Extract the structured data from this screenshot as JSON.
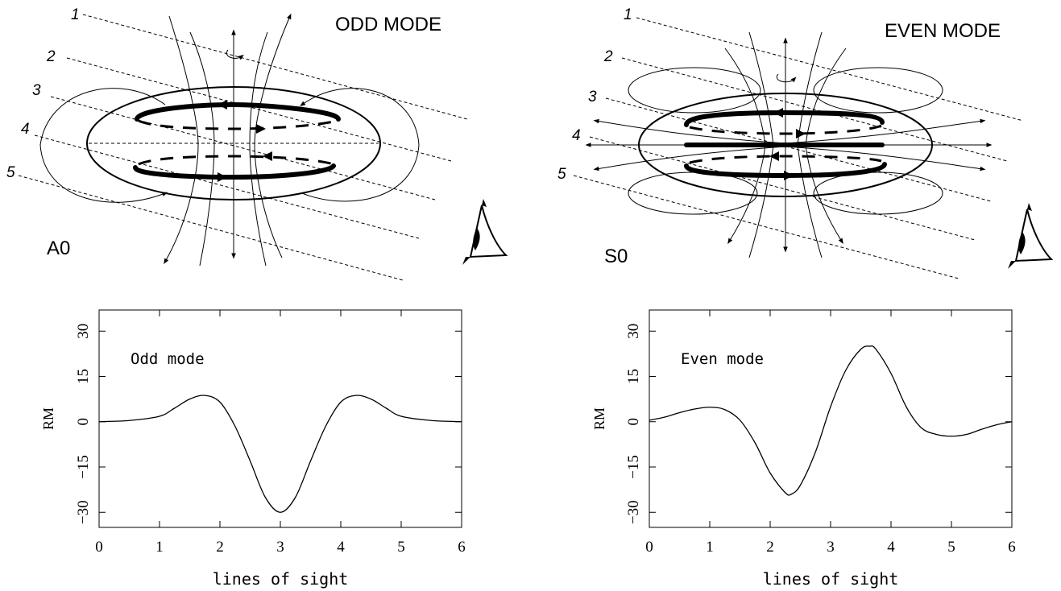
{
  "panels": [
    {
      "mode_title": "ODD MODE",
      "mode_label": "A0",
      "los_numbers": [
        "1",
        "2",
        "3",
        "4",
        "5"
      ]
    },
    {
      "mode_title": "EVEN MODE",
      "mode_label": "S0",
      "los_numbers": [
        "1",
        "2",
        "3",
        "4",
        "5"
      ]
    }
  ],
  "chart_data": [
    {
      "type": "line",
      "annotation": "Odd mode",
      "xlabel": "lines of sight",
      "ylabel": "RM",
      "xlim": [
        0,
        6
      ],
      "ylim": [
        -35,
        37
      ],
      "x_ticks": [
        "0",
        "1",
        "2",
        "3",
        "4",
        "5",
        "6"
      ],
      "y_ticks": [
        "30",
        "15",
        "0",
        "−15",
        "−30"
      ],
      "x": [
        0,
        0.5,
        1,
        1.25,
        1.5,
        1.75,
        2,
        2.25,
        2.5,
        2.75,
        3,
        3.25,
        3.5,
        3.75,
        4,
        4.25,
        4.5,
        4.75,
        5,
        5.5,
        6
      ],
      "y": [
        0,
        0.4,
        1.8,
        4.5,
        7.5,
        8.7,
        6.5,
        -1.5,
        -13,
        -25,
        -30,
        -25,
        -13,
        -1.5,
        6.5,
        8.7,
        7.5,
        4.5,
        1.8,
        0.4,
        0
      ]
    },
    {
      "type": "line",
      "annotation": "Even mode",
      "xlabel": "lines of sight",
      "ylabel": "RM",
      "xlim": [
        0,
        6
      ],
      "ylim": [
        -35,
        37
      ],
      "x_ticks": [
        "0",
        "1",
        "2",
        "3",
        "4",
        "5",
        "6"
      ],
      "y_ticks": [
        "30",
        "15",
        "0",
        "−15",
        "−30"
      ],
      "x": [
        0,
        0.25,
        0.5,
        0.75,
        1,
        1.25,
        1.5,
        1.75,
        2,
        2.25,
        2.35,
        2.5,
        2.75,
        3,
        3.25,
        3.5,
        3.65,
        3.75,
        4,
        4.25,
        4.5,
        4.75,
        5,
        5.25,
        5.5,
        5.75,
        6
      ],
      "y": [
        0.5,
        1.5,
        3,
        4.2,
        4.8,
        4,
        0.5,
        -7,
        -17,
        -23.5,
        -24,
        -21,
        -10,
        5,
        17,
        24,
        25,
        24,
        16,
        5,
        -2,
        -4.2,
        -4.8,
        -4.2,
        -2.5,
        -1,
        0
      ]
    }
  ]
}
